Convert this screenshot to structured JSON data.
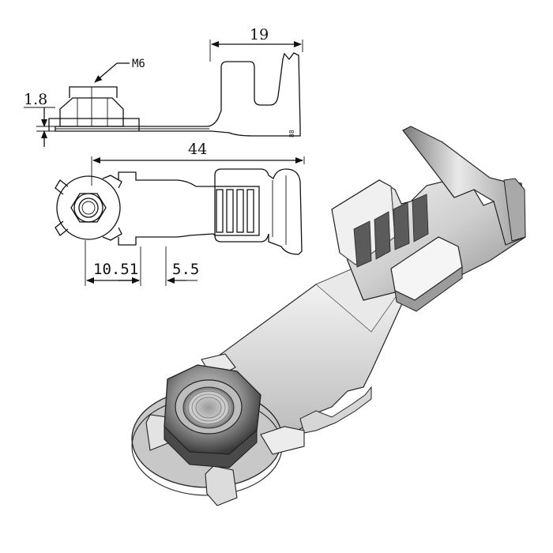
{
  "drawing": {
    "side_view": {
      "thread_label": "M6",
      "width_dim": "19",
      "thickness_dim": "1.8"
    },
    "top_view": {
      "length_dim": "44",
      "offset_dim": "10.51",
      "gap_dim": "5.5"
    }
  }
}
